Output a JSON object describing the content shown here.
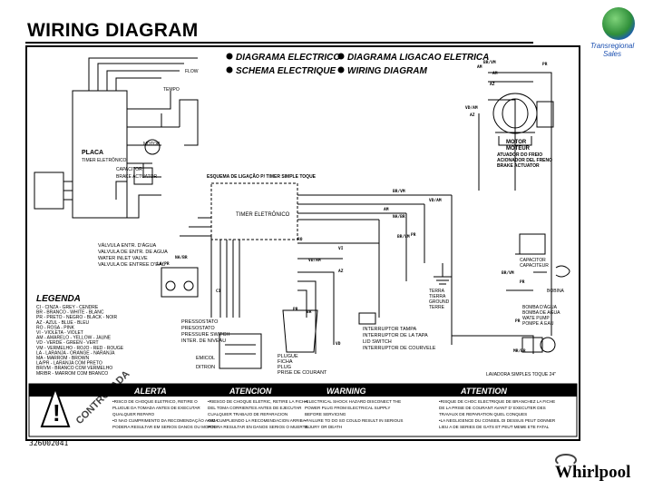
{
  "header": {
    "title": "WIRING DIAGRAM",
    "tagline_1": "Transregional",
    "tagline_2": "Sales"
  },
  "legend_titles": {
    "pt": "DIAGRAMA ELECTRICO",
    "fr": "SCHEMA ELECTRIQUE",
    "br": "DIAGRAMA LIGACAO ELETRICA",
    "en": "WIRING DIAGRAM"
  },
  "left_panel": {
    "placa": "PLACA",
    "timer_eletronico": "TIMER ELETRÔNICO",
    "motor": "MOTOR",
    "capacitor": "CAPACITOR",
    "brake_actuator": "BRAKE ACTUATOR",
    "tempo": "TEMPO",
    "flow_label": "FLOW"
  },
  "timer": {
    "caption": "ESQUEMA DE LIGAÇÃO P/ TIMER SIMPLE TOQUE",
    "label": "TIMER ELETRÔNICO"
  },
  "valve": {
    "line1": "VÁLVULA ENTR. D'ÁGUA",
    "line2": "VALVULA DE ENTR. DE AGUA",
    "line3": "WATER INLET VALVE",
    "line4": "VALVULA DE ENTREE D'EAU"
  },
  "motor_right": {
    "motor": "MOTOR",
    "moteur": "MOTEUR",
    "atuador1": "ATUADOR DO FREIO",
    "atuador2": "ACIONADOR DEL FRENO",
    "atuador3": "BRAKE ACTUATOR"
  },
  "components": {
    "capacitor1": "CAPACITOR",
    "capacitor2": "CAPACITEUR",
    "bobina": "BOBINA",
    "terra1": "TERRA",
    "terra2": "TIERRA",
    "terra3": "GROUND",
    "terra4": "TERRE",
    "pump1": "BOMBA D'ÁGUA",
    "pump2": "BOMBA DE AGUA",
    "pump3": "WATE PUMP",
    "pump4": "POMPE À EAU",
    "int1": "INTERRUPTOR TAMPA",
    "int2": "INTERRUPTOR DE LA TAPA",
    "int3": "LID SWITCH",
    "int4": "INTERRUPTOR DE COURVELE",
    "press1": "PRESSOSTATO",
    "press2": "PRESOSTATO",
    "press3": "PRESSURE SWITCH",
    "press4": "INTER. DE NIVEAU",
    "emicol": "EMICOL",
    "ditron": "DITRON",
    "plug1": "PLUGUE",
    "plug2": "FICHA",
    "plug3": "PLUG",
    "plug4": "PRISE DE COURANT",
    "model": "LAVADORA SIMPLES TOQUE 24\""
  },
  "wire_labels": [
    "BR/VM",
    "PR",
    "AM",
    "VD/AM",
    "AZ",
    "BR/VM",
    "VD/AM",
    "AM",
    "NA/BR",
    "PR",
    "BR/VM",
    "RO",
    "VI",
    "VD/AM",
    "AZ",
    "LA/PR",
    "NA/BR",
    "CI",
    "PR",
    "BR",
    "VD",
    "BR/VM",
    "PR",
    "MR/BR",
    "PR",
    "AM",
    "AZ"
  ],
  "legenda": {
    "title": "LEGENDA",
    "rows": [
      "CI - CINZA - GREY - CENDRE",
      "BR - BRANCO - WHITE - BLANC",
      "PR - PRETO - NEGRO - BLACK - NOIR",
      "AZ - AZUL - BLUE - BLEU",
      "RO - ROSA - PINK",
      "VI - VIOLETA - VIOLET",
      "AM - AMARELO - YELLOW - JAUNE",
      "VD - VERDE - GREEN - VERT",
      "VM - VERMELHO - ROJO - RED - ROUGE",
      "LA - LARANJA - ORANGE - NARANJA",
      "MA - MARROM - BROWN",
      "LA/PR - LARANJA COM PRETO",
      "BR/VM - BRANCO COM VERMELHO",
      "MR/BR - MARROM COM BRANCO"
    ]
  },
  "stamp": "CONTROLADA",
  "warnings": [
    {
      "title": "ALERTA",
      "lines": [
        "•RISCO DE CHOQUE ELETRICO, RETIRE O",
        "PLUGUE DA TOMADA ANTES DE EXECUTAR",
        "QUALQUER REPARO",
        "•O NAO CUMPRIMENTO DA RECOMENDAÇÃO ACIMA",
        "PODERA RESULTAR EM SERIOS DANOS OU MORTE"
      ]
    },
    {
      "title": "ATENCION",
      "lines": [
        "•RIESGO DE CHOQUE ELETRIC, RETIRE LA FICHA",
        "DEL TOMA CORRIENTES ANTES DE EJECUTAR",
        "CUALQUIER TRABAJO DE REPARACION",
        "•NO CUMPLIENDO LA RECOMENDACION ARRIBA",
        "PODRA RESULTAR EN DANOS SERIOS O MUERTE"
      ]
    },
    {
      "title": "WARNING",
      "lines": [
        "•ELECTRICAL SHOCK HAZARD DISCONECT THE",
        "POWER PLUG FROM ELECTRICAL SUPPLY",
        "BEFORE SERVICING",
        "•FAILURE TO DO SO COULD RESULT IN SERIOUS",
        "INJURY OR DEATH"
      ]
    },
    {
      "title": "ATTENTION",
      "lines": [
        "•RISQUE DE CHOC ELECTRIQUE DE BRANCHEZ LA FICHE",
        "DE LA PRISE DE COURANT AVANT D' EXECUTER DES",
        "TRAVAUX DE REPARATION QUEL CONQUES",
        "•LA NEGLIGENCE DU CONSEIL DI DESSUS PEUT DONNER",
        "LIEU A DE SERIES DE GATS ET PEUT MEME ETE FATAL"
      ]
    }
  ],
  "footer": {
    "doc_number": "326002041",
    "brand": "Whirlpool"
  }
}
